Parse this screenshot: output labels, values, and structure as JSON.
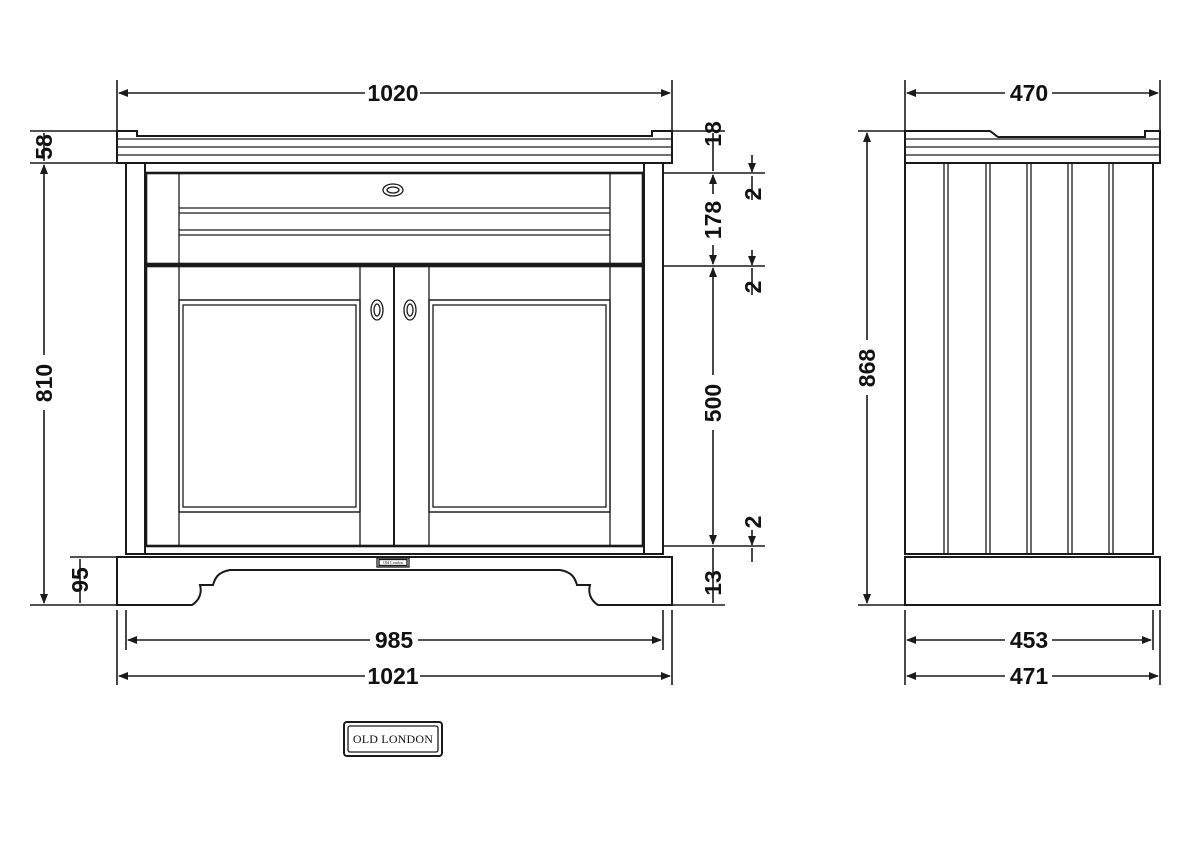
{
  "dimensions": {
    "top_width": "1020",
    "top_thickness": "58",
    "total_height_front": "810",
    "plinth_height": "95",
    "top_edge": "18",
    "gap_top": "2",
    "drawer_height": "178",
    "gap_mid": "2",
    "door_height": "500",
    "gap_bottom": "2",
    "base_gap": "13",
    "inner_width": "985",
    "overall_width": "1021",
    "side_top_depth": "470",
    "side_height": "868",
    "side_body_depth": "453",
    "side_overall_depth": "471"
  },
  "brand": {
    "logo_text": "OLD LONDON",
    "badge_text": "Old London"
  }
}
